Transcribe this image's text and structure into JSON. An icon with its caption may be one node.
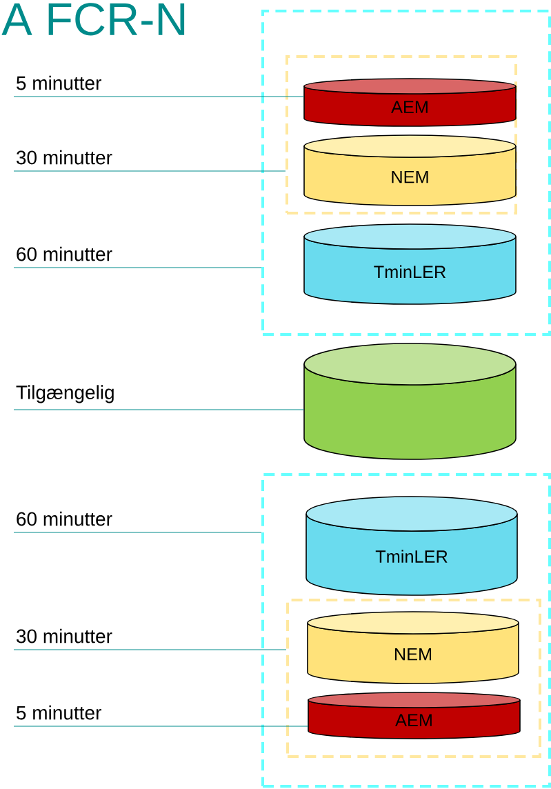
{
  "diagram": {
    "title": "A FCR-N",
    "nodes": [
      {
        "text": [],
        "shape": "box"
      },
      {
        "text": [],
        "shape": "box",
        "in": 0
      },
      {
        "text": [
          "AEM"
        ],
        "in": 1
      },
      {
        "text": [
          "NEM"
        ],
        "in": 1
      },
      {
        "text": [
          "TminLER"
        ],
        "in": 0
      },
      {
        "text": [],
        "shape": "cylinder"
      },
      {
        "text": [],
        "shape": "box"
      },
      {
        "text": [
          "TminLER"
        ],
        "in": 6
      },
      {
        "text": [],
        "shape": "box",
        "in": 6
      },
      {
        "text": [
          "NEM"
        ],
        "in": 8
      },
      {
        "text": [
          "AEM"
        ],
        "in": 8
      },
      {
        "text": [
          "5 minutter"
        ]
      },
      {
        "text": [
          "30 minutter"
        ]
      },
      {
        "text": [
          "60 minutter"
        ]
      },
      {
        "text": [
          "Tilgængelig"
        ]
      },
      {
        "text": [
          "60 minutter"
        ]
      },
      {
        "text": [
          "30 minutter"
        ]
      },
      {
        "text": [
          "5 minutter"
        ]
      }
    ],
    "edges": [
      {
        "from": 11,
        "to": 2,
        "arrow": "none"
      },
      {
        "from": 12,
        "to": 1,
        "arrow": "none"
      },
      {
        "from": 13,
        "to": 0,
        "arrow": "none"
      },
      {
        "from": 14,
        "to": 5,
        "arrow": "none"
      },
      {
        "from": 15,
        "to": 6,
        "arrow": "none"
      },
      {
        "from": 16,
        "to": 8,
        "arrow": "none"
      },
      {
        "from": 17,
        "to": 10,
        "arrow": "none"
      }
    ]
  }
}
